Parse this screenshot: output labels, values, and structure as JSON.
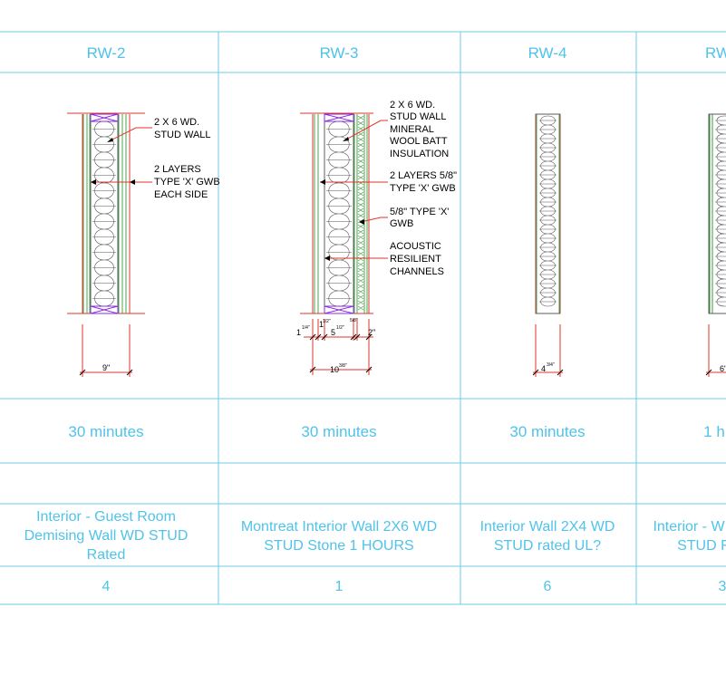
{
  "columns": [
    {
      "id": "RW-2",
      "rating": "30 minutes",
      "desc_lines": [
        "Interior - Guest Room",
        "Demising Wall WD STUD",
        "Rated"
      ],
      "count": "4"
    },
    {
      "id": "RW-3",
      "rating": "30 minutes",
      "desc_lines": [
        "Montreat Interior Wall 2X6 WD",
        "STUD Stone 1 HOURS"
      ],
      "count": "1"
    },
    {
      "id": "RW-4",
      "rating": "30 minutes",
      "desc_lines": [
        "Interior Wall 2X4 WD",
        "STUD rated UL?"
      ],
      "count": "6"
    },
    {
      "id": "RW",
      "rating": "1 h",
      "desc_lines": [
        "Interior - W",
        "STUD F"
      ],
      "count": "3"
    }
  ],
  "rw2_notes": {
    "stud": [
      "2 X 6 WD.",
      "STUD WALL"
    ],
    "gwb": [
      "2 LAYERS",
      "TYPE 'X' GWB",
      "EACH SIDE"
    ],
    "dim_total": "9\""
  },
  "rw3_notes": {
    "stud": [
      "2 X 6 WD.",
      "STUD WALL"
    ],
    "insul": [
      "MINERAL",
      "WOOL BATT",
      "INSULATION"
    ],
    "gwb2": [
      "2 LAYERS 5/8\"",
      "TYPE 'X' GWB"
    ],
    "gwb": [
      "5/8\" TYPE 'X'",
      "GWB"
    ],
    "chan": [
      "ACOUSTIC",
      "RESILIENT",
      "CHANNELS"
    ],
    "dims": [
      "1",
      "1",
      "5",
      "2\"",
      "10"
    ],
    "dim_sups": [
      "1/4\"",
      "1/2\"",
      "1/2\"",
      "5/8\"",
      "3/8\""
    ]
  },
  "rw4_notes": {
    "dim_total": "4",
    "dim_sup": "3/4\""
  },
  "rw5_notes": {
    "dim_total": "6\""
  },
  "colors": {
    "grid": "#6ccbea",
    "text": "#4fc3ea",
    "red": "#e0352b",
    "green": "#3a9a3a",
    "purple": "#8a2be2"
  }
}
